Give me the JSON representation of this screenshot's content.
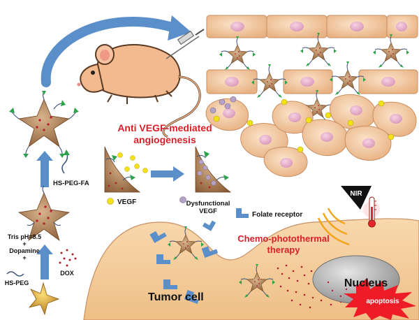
{
  "labels": {
    "anti_title_line1": "Anti VEGF-mediated",
    "anti_title_line2": "angiogenesis",
    "vegf": "VEGF",
    "dysfunctional_line1": "Dysfunctional",
    "dysfunctional_line2": "VEGF",
    "folate_receptor": "Folate receptor",
    "hs_peg_fa": "HS-PEG-FA",
    "tris_line1": "Tris pH=8.5",
    "tris_plus1": "+",
    "dopamine": "Dopamine",
    "tris_plus2": "+",
    "hs_peg": "HS-PEG",
    "dox": "DOX",
    "nir": "NIR",
    "chemo_line1": "Chemo-photothermal",
    "chemo_line2": "therapy",
    "tumor_cell": "Tumor cell",
    "nucleus": "Nucleus",
    "apoptosis": "apoptosis"
  },
  "colors": {
    "accent_red": "#d8202a",
    "arrow_blue": "#5b8fc9",
    "cell_fill": "#f2c9a1",
    "cell_stroke": "#c98f62",
    "vegf_yellow": "#f3e21a",
    "dysfunctional_purple": "#b6a2c6",
    "ligand_green": "#2ca24a",
    "nucleus_gray": "#a9a9a9"
  }
}
